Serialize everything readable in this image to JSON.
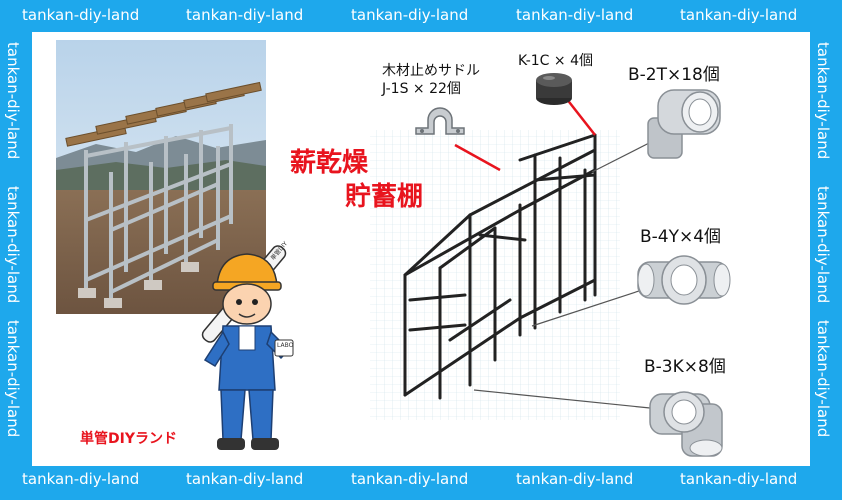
{
  "watermark": {
    "text": "tankan-diy-land"
  },
  "title": {
    "line1": "薪乾燥",
    "line2": "貯蓄棚"
  },
  "brand": "単管DIYランド",
  "parts": {
    "saddle": {
      "line1": "木材止めサドル",
      "line2": "J-1S × 22個"
    },
    "cap": {
      "label": "K-1C × 4個"
    },
    "tee": {
      "label": "B-2T×18個"
    },
    "cross4": {
      "label": "B-4Y×4個"
    },
    "cross3": {
      "label": "B-3K×8個"
    }
  },
  "character": {
    "scroll_text": "単管DIY",
    "badge_text": "LABO"
  },
  "colors": {
    "border": "#1ea8ec",
    "title_red": "#e8141e",
    "leader_red": "#e8141e",
    "frame": "#222222",
    "fitting": "#c8ccd0"
  }
}
